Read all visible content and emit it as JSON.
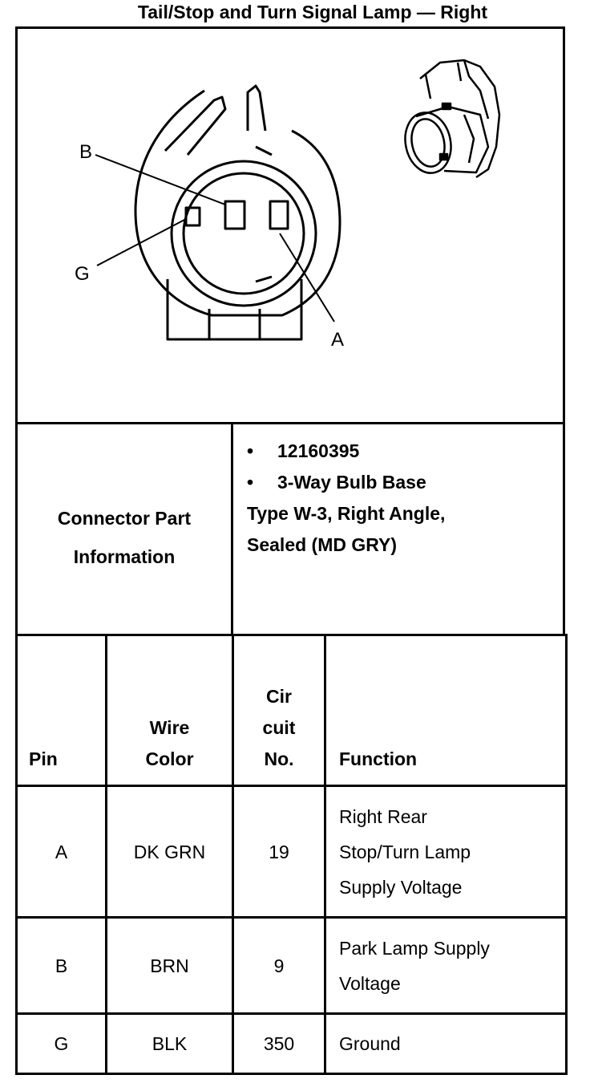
{
  "title": "Tail/Stop and Turn Signal Lamp — Right",
  "diagram": {
    "pin_labels": {
      "b": "B",
      "g": "G",
      "a": "A"
    }
  },
  "connector_info": {
    "label_line1": "Connector Part",
    "label_line2": "Information",
    "bullet_char": "•",
    "part_number": "12160395",
    "bullet_text": "3-Way Bulb Base",
    "detail_line1": "Type W-3, Right Angle,",
    "detail_line2": "Sealed (MD GRY)"
  },
  "pin_table": {
    "headers": {
      "pin": "Pin",
      "wire_color_1": "Wire",
      "wire_color_2": "Color",
      "circuit_1": "Cir",
      "circuit_2": "cuit",
      "circuit_3": "No.",
      "function": "Function"
    },
    "rows": [
      {
        "pin": "A",
        "wire": "DK GRN",
        "circuit": "19",
        "function_lines": [
          "Right Rear",
          "Stop/Turn Lamp",
          "Supply Voltage"
        ]
      },
      {
        "pin": "B",
        "wire": "BRN",
        "circuit": "9",
        "function_lines": [
          "Park Lamp Supply",
          "Voltage"
        ]
      },
      {
        "pin": "G",
        "wire": "BLK",
        "circuit": "350",
        "function_lines": [
          "Ground"
        ]
      }
    ]
  }
}
